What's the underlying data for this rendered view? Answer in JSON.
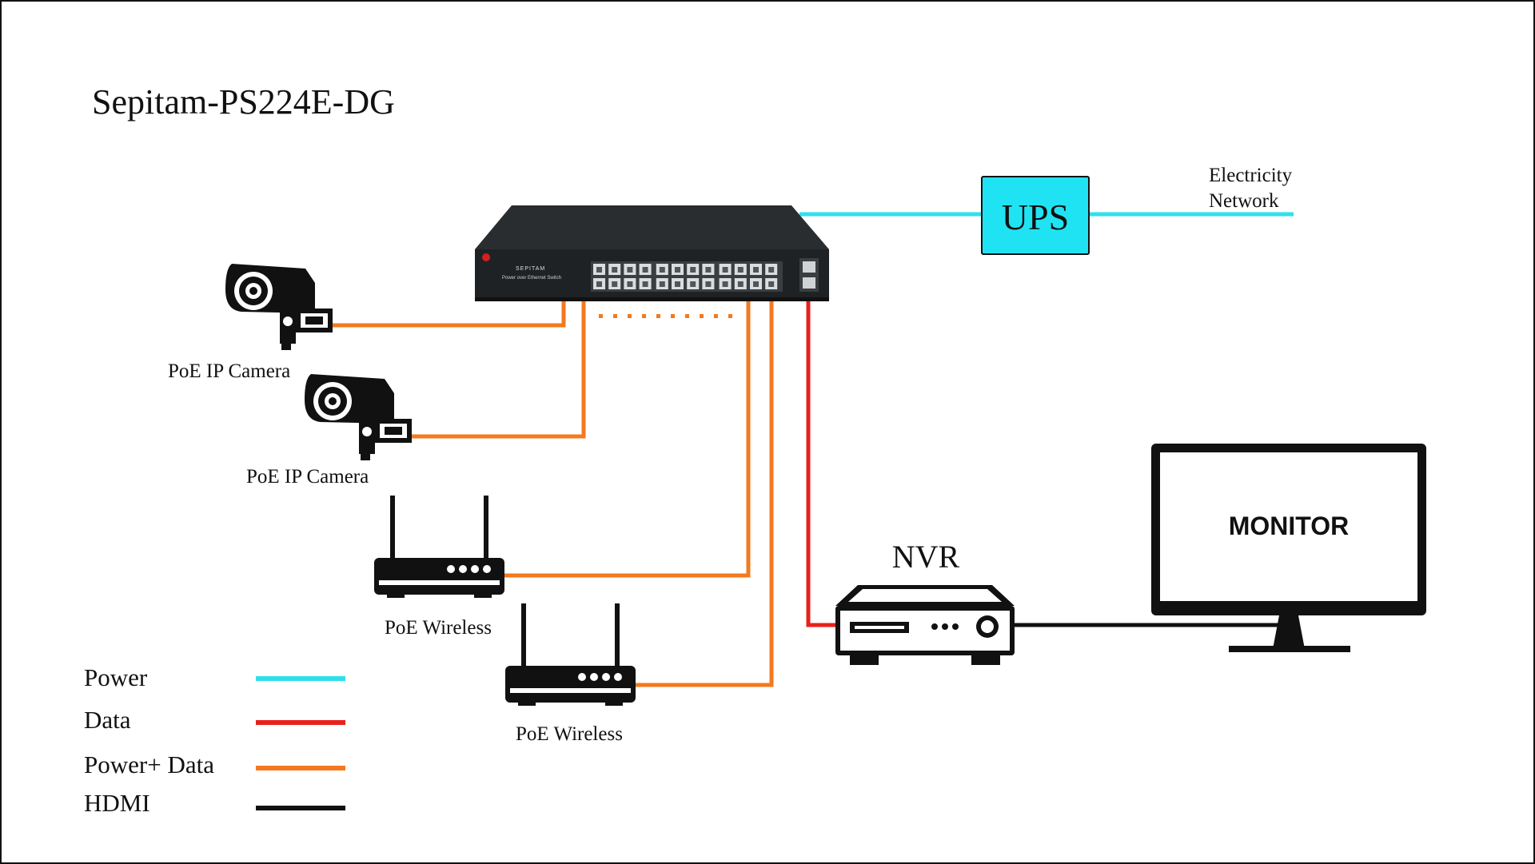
{
  "title": "Sepitam-PS224E-DG",
  "switch": {
    "brand": "SEPITAM",
    "subtitle": "Power over Ethernet Switch"
  },
  "ups": {
    "label": "UPS"
  },
  "electricity": {
    "line1": "Electricity",
    "line2": "Network"
  },
  "devices": {
    "camera1": "PoE IP Camera",
    "camera2": "PoE IP Camera",
    "wireless1": "PoE Wireless",
    "wireless2": "PoE Wireless",
    "nvr": "NVR",
    "monitor": "MONITOR"
  },
  "legend": {
    "items": [
      {
        "label": "Power",
        "color": "#2fe0ec"
      },
      {
        "label": "Data",
        "color": "#e8211b"
      },
      {
        "label": "Power+ Data",
        "color": "#f4791f"
      },
      {
        "label": "HDMI",
        "color": "#111111"
      }
    ]
  },
  "colors": {
    "power": "#2fe0ec",
    "data": "#e8211b",
    "power_data": "#f4791f",
    "hdmi": "#111111",
    "ups_fill": "#1fe3f2"
  }
}
